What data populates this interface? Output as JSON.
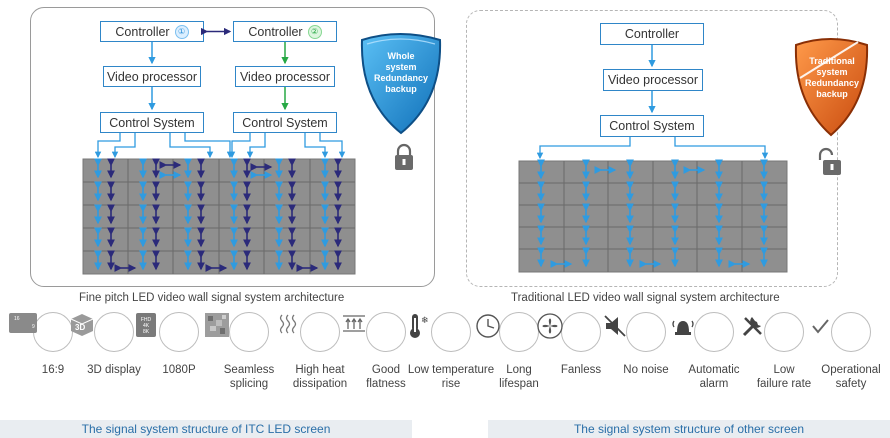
{
  "left": {
    "controller_a": "Controller",
    "controller_b": "Controller",
    "badge_a": "①",
    "badge_b": "②",
    "video_a": "Video processor",
    "video_b": "Video processor",
    "control_a": "Control System",
    "control_b": "Control System",
    "shield": "Whole\nsystem\nRedundancy\nbackup",
    "caption": "Fine pitch LED video wall signal system architecture"
  },
  "right": {
    "controller": "Controller",
    "video": "Video processor",
    "control": "Control System",
    "shield": "Traditional\nsystem\nRedundancy\nbackup",
    "caption": "Traditional LED video wall signal system architecture"
  },
  "features": [
    {
      "label": "16:9",
      "icon": "aspect-ratio-icon",
      "badge": "16"
    },
    {
      "label": "3D display",
      "icon": "3d-cube-icon",
      "badge": "3D"
    },
    {
      "label": "1080P",
      "icon": "resolution-chip-icon",
      "badge": "FHD\n4K\n8K"
    },
    {
      "label": "Seamless\nsplicing",
      "icon": "mosaic-icon"
    },
    {
      "label": "High heat\ndissipation",
      "icon": "heat-waves-icon"
    },
    {
      "label": "Good\nflatness",
      "icon": "flatness-icon"
    },
    {
      "label": "Low temperature\nrise",
      "icon": "thermometer-icon"
    },
    {
      "label": "Long\nlifespan",
      "icon": "clock-icon"
    },
    {
      "label": "Fanless",
      "icon": "fan-icon"
    },
    {
      "label": "No noise",
      "icon": "mute-speaker-icon"
    },
    {
      "label": "Automatic\nalarm",
      "icon": "alarm-bell-icon"
    },
    {
      "label": "Low\nfailure rate",
      "icon": "tools-icon"
    },
    {
      "label": "Operational\nsafety",
      "icon": "checkmark-icon"
    }
  ],
  "footer": {
    "left": "The signal system structure of ITC LED screen",
    "right": "The signal system structure of other screen"
  },
  "colors": {
    "blue": "#2f86c8",
    "green": "#27a844",
    "navy": "#2b2a7a",
    "grid": "#999999",
    "shield_blue": "#1f8ad6",
    "shield_orange": "#e8661f"
  }
}
